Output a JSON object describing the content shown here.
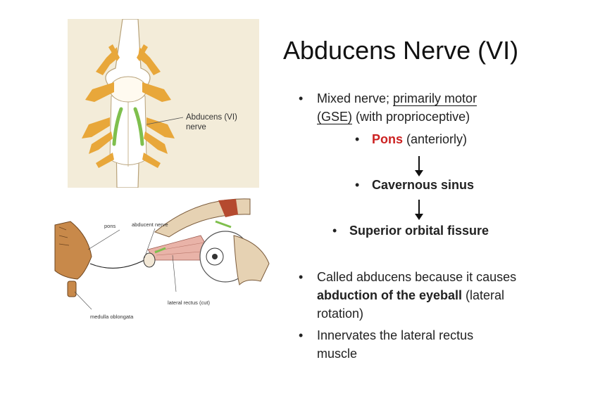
{
  "title": "Abducens Nerve (VI)",
  "figure_brainstem": {
    "label_line1": "Abducens (VI)",
    "label_line2": "nerve"
  },
  "figure_orbit": {
    "label_pons": "pons",
    "label_abducent": "abducent nerve",
    "label_lateral_rectus": "lateral rectus (cut)",
    "label_medulla": "medulla oblongata"
  },
  "bullets": {
    "bullet_char": "•",
    "item1_prefix": "Mixed nerve; ",
    "item1_underlined": "primarily motor ",
    "item1_line2_underlined": "(GSE)",
    "item1_line2_rest": " (with proprioceptive)",
    "pathway": {
      "step1_bold_red": "Pons",
      "step1_rest": " (anteriorly)",
      "step2": "Cavernous sinus",
      "step3": "Superior orbital fissure"
    },
    "item2_line1": "Called abducens because it causes",
    "item2_line2_bold": "abduction of the eyeball",
    "item2_line2_rest": " (lateral",
    "item2_line3": "rotation)",
    "item3_line1": "Innervates the lateral rectus",
    "item3_line2": "muscle"
  },
  "colors": {
    "nerve_green": "#7fbf4d",
    "nerve_yellow": "#e8a73a",
    "accent_red": "#cc2222",
    "figure_bg": "#f3ecd9"
  }
}
